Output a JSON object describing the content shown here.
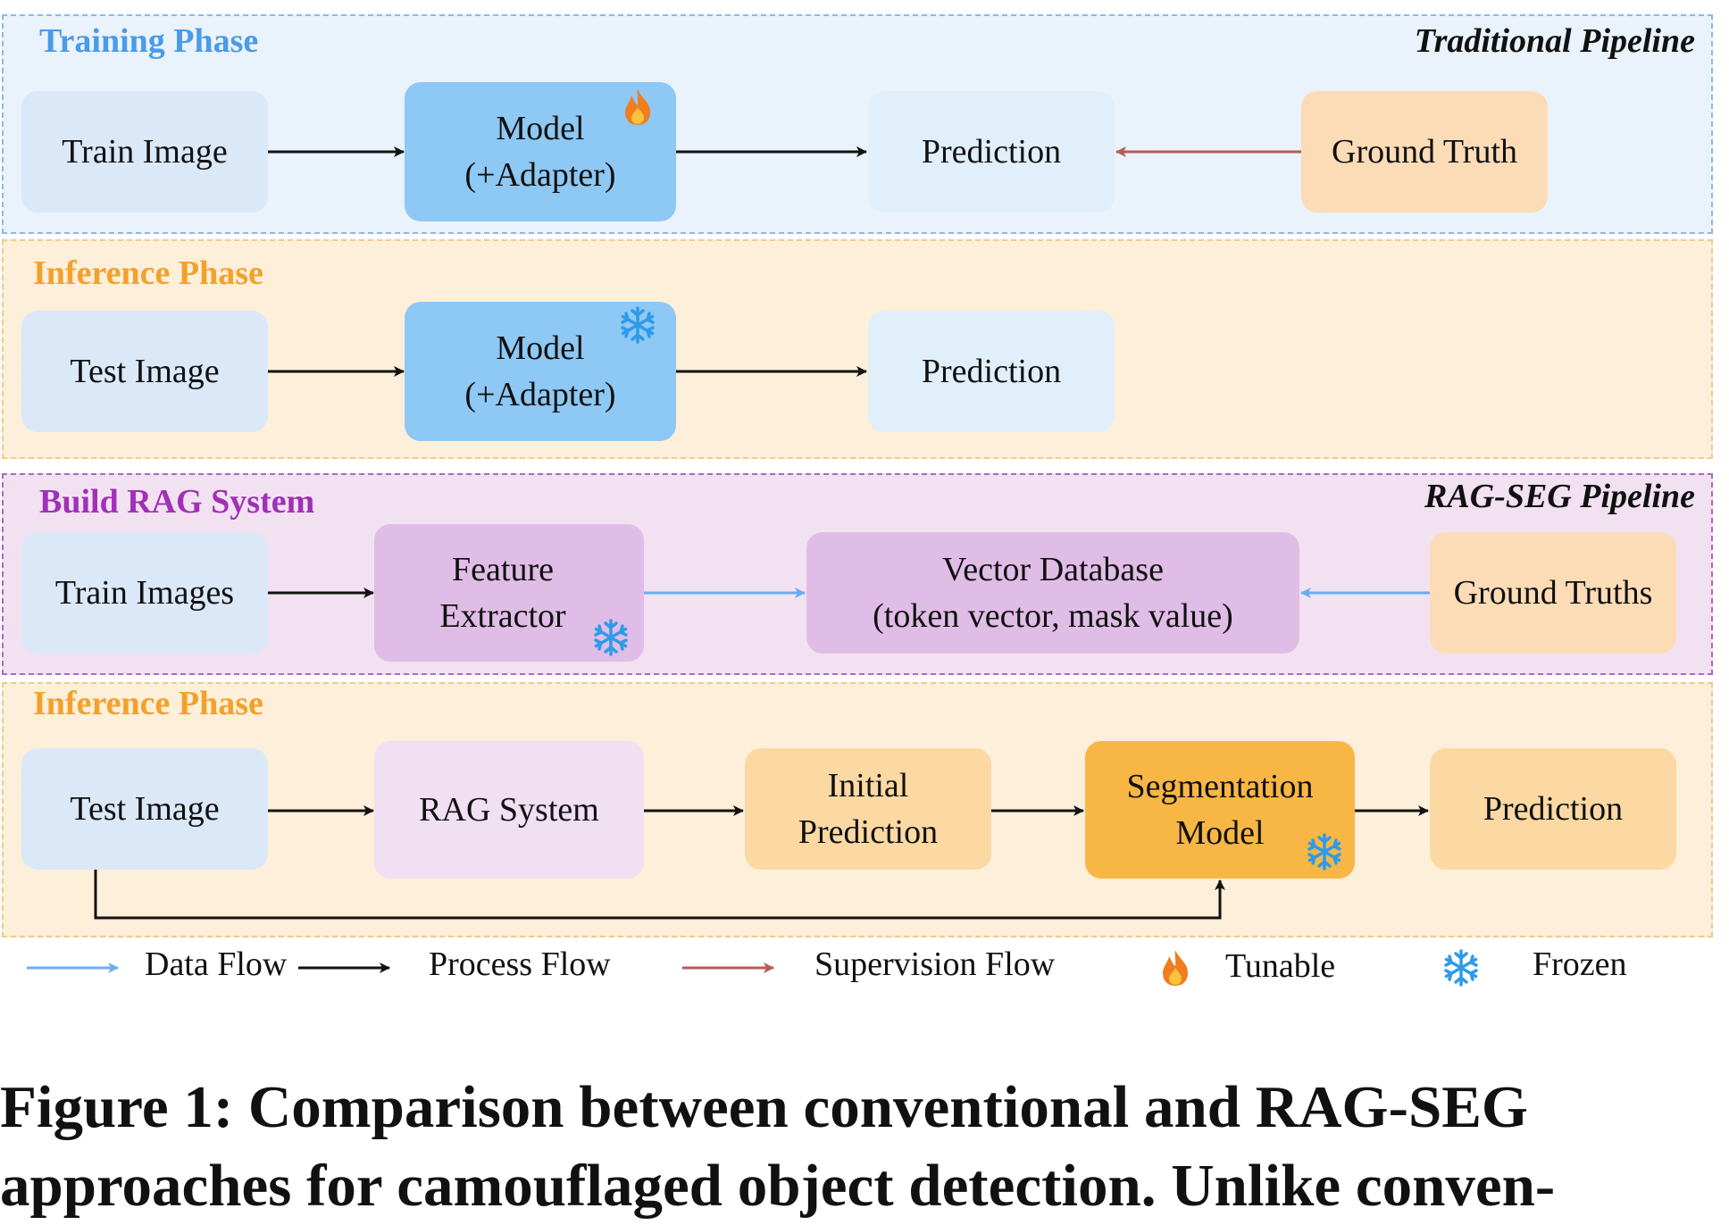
{
  "sections": {
    "training": {
      "title": "Training Phase",
      "pipeline": "Traditional Pipeline"
    },
    "inference1": {
      "title": "Inference Phase"
    },
    "rag": {
      "title": "Build RAG System",
      "pipeline": "RAG-SEG Pipeline"
    },
    "inference2": {
      "title": "Inference Phase"
    }
  },
  "nodes": {
    "train_image": "Train Image",
    "model_train": "Model\n(+Adapter)",
    "prediction_train": "Prediction",
    "ground_truth": "Ground Truth",
    "test_image_1": "Test Image",
    "model_infer": "Model\n(+Adapter)",
    "prediction_infer": "Prediction",
    "train_images": "Train Images",
    "feature_extractor": "Feature\nExtractor",
    "vector_database": "Vector Database\n(token vector, mask value)",
    "ground_truths": "Ground Truths",
    "test_image_2": "Test Image",
    "rag_system": "RAG System",
    "initial_prediction": "Initial\nPrediction",
    "segmentation_model": "Segmentation\nModel",
    "prediction_final": "Prediction"
  },
  "icons": {
    "tunable": "flame-icon",
    "frozen": "snowflake-icon"
  },
  "colors": {
    "data_flow": "#6aaef0",
    "process_flow": "#111111",
    "supervision_flow": "#b85a55",
    "flame": "#f07d1e",
    "snowflake": "#2f9be8"
  },
  "legend": {
    "data_flow": "Data Flow",
    "process_flow": "Process Flow",
    "supervision_flow": "Supervision Flow",
    "tunable": "Tunable",
    "frozen": "Frozen"
  },
  "caption": {
    "line1": "Figure 1: Comparison between conventional and RAG-SEG",
    "line2": "approaches for camouflaged object detection. Unlike conven-"
  }
}
